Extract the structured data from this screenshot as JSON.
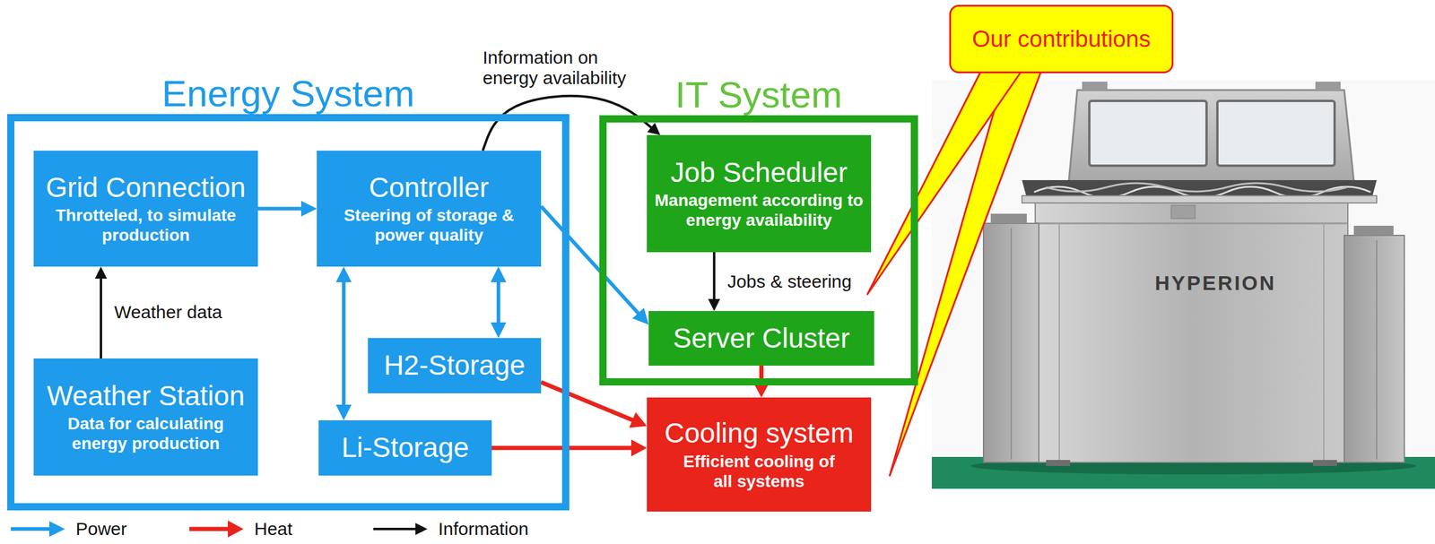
{
  "diagram": {
    "nodes": [
      {
        "text": [
          "Energy System"
        ]
      },
      {
        "text": [
          "Grid Connection",
          "Throtteled, to simulate production"
        ],
        "in": 0
      },
      {
        "text": [
          "Controller",
          "Steering of storage & power quality"
        ],
        "in": 0
      },
      {
        "text": [
          "Weather Station",
          "Data for calculating energy production"
        ],
        "in": 0
      },
      {
        "text": [
          "H2-Storage"
        ],
        "in": 0
      },
      {
        "text": [
          "Li-Storage"
        ],
        "in": 0
      },
      {
        "text": [
          "IT System"
        ]
      },
      {
        "text": [
          "Job Scheduler",
          "Management according to energy availability"
        ],
        "in": 6
      },
      {
        "text": [
          "Server Cluster"
        ],
        "in": 6
      },
      {
        "text": [
          "Cooling system",
          "Efficient cooling of all systems"
        ]
      },
      {
        "text": [
          "Our contributions"
        ]
      }
    ],
    "edges": [
      {
        "from": 3,
        "to": 1,
        "arrow": "to",
        "label": "Weather data"
      },
      {
        "from": 1,
        "to": 2,
        "arrow": "to"
      },
      {
        "from": 2,
        "to": 7,
        "arrow": "to",
        "label": "Information on energy availability"
      },
      {
        "from": 2,
        "to": 8,
        "arrow": "to"
      },
      {
        "from": 2,
        "to": 4,
        "arrow": "both"
      },
      {
        "from": 2,
        "to": 5,
        "arrow": "both"
      },
      {
        "from": 7,
        "to": 8,
        "arrow": "to",
        "label": "Jobs & steering"
      },
      {
        "from": 4,
        "to": 9,
        "arrow": "to"
      },
      {
        "from": 5,
        "to": 9,
        "arrow": "to"
      },
      {
        "from": 8,
        "to": 9,
        "arrow": "to"
      }
    ],
    "labels": [
      "HYPERION"
    ],
    "legend": [
      {
        "text": "Power"
      },
      {
        "text": "Heat"
      },
      {
        "text": "Information"
      }
    ]
  }
}
